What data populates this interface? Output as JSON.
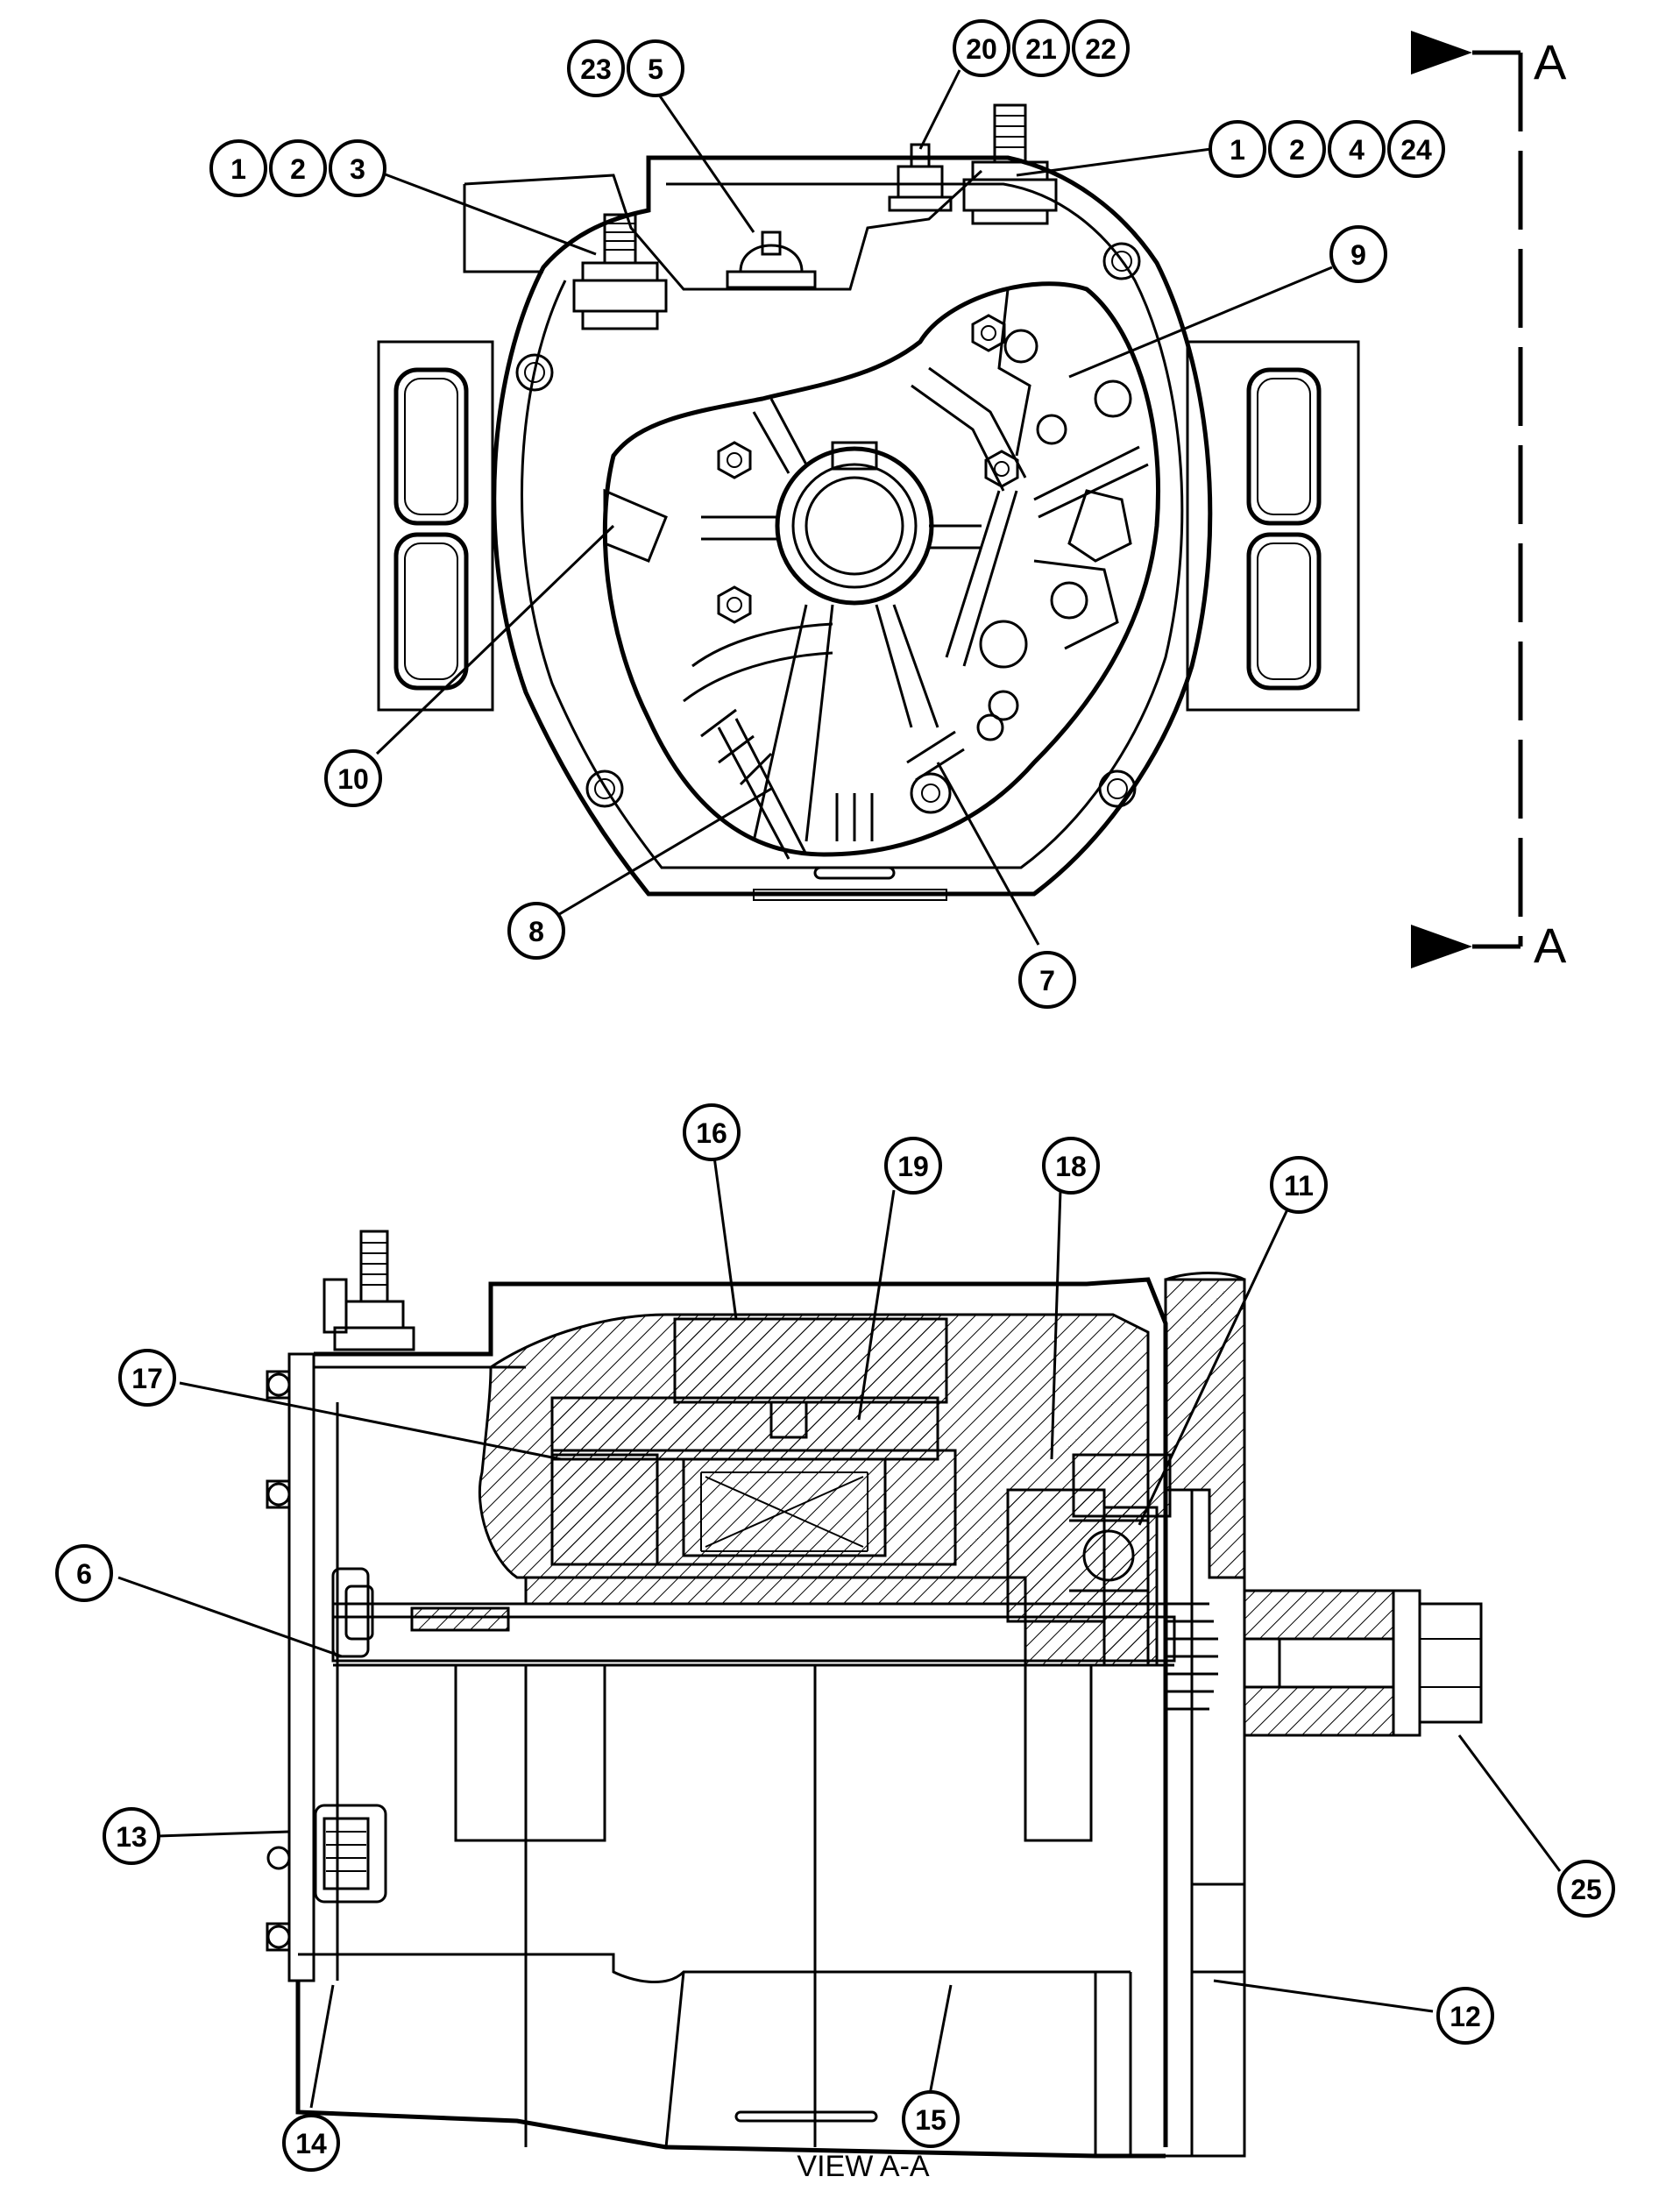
{
  "diagram": {
    "balloons": [
      {
        "id": "b-1a",
        "label": "1"
      },
      {
        "id": "b-2a",
        "label": "2"
      },
      {
        "id": "b-3",
        "label": "3"
      },
      {
        "id": "b-23",
        "label": "23"
      },
      {
        "id": "b-5",
        "label": "5"
      },
      {
        "id": "b-20",
        "label": "20"
      },
      {
        "id": "b-21",
        "label": "21"
      },
      {
        "id": "b-22",
        "label": "22"
      },
      {
        "id": "b-1b",
        "label": "1"
      },
      {
        "id": "b-2b",
        "label": "2"
      },
      {
        "id": "b-4",
        "label": "4"
      },
      {
        "id": "b-24",
        "label": "24"
      },
      {
        "id": "b-9",
        "label": "9"
      },
      {
        "id": "b-10",
        "label": "10"
      },
      {
        "id": "b-8",
        "label": "8"
      },
      {
        "id": "b-7",
        "label": "7"
      },
      {
        "id": "b-16",
        "label": "16"
      },
      {
        "id": "b-19",
        "label": "19"
      },
      {
        "id": "b-18",
        "label": "18"
      },
      {
        "id": "b-11",
        "label": "11"
      },
      {
        "id": "b-17",
        "label": "17"
      },
      {
        "id": "b-6",
        "label": "6"
      },
      {
        "id": "b-13",
        "label": "13"
      },
      {
        "id": "b-25",
        "label": "25"
      },
      {
        "id": "b-12",
        "label": "12"
      },
      {
        "id": "b-14",
        "label": "14"
      },
      {
        "id": "b-15",
        "label": "15"
      }
    ],
    "section_marks": {
      "top": "A",
      "bottom": "A"
    },
    "view_label": "VIEW  A-A"
  }
}
